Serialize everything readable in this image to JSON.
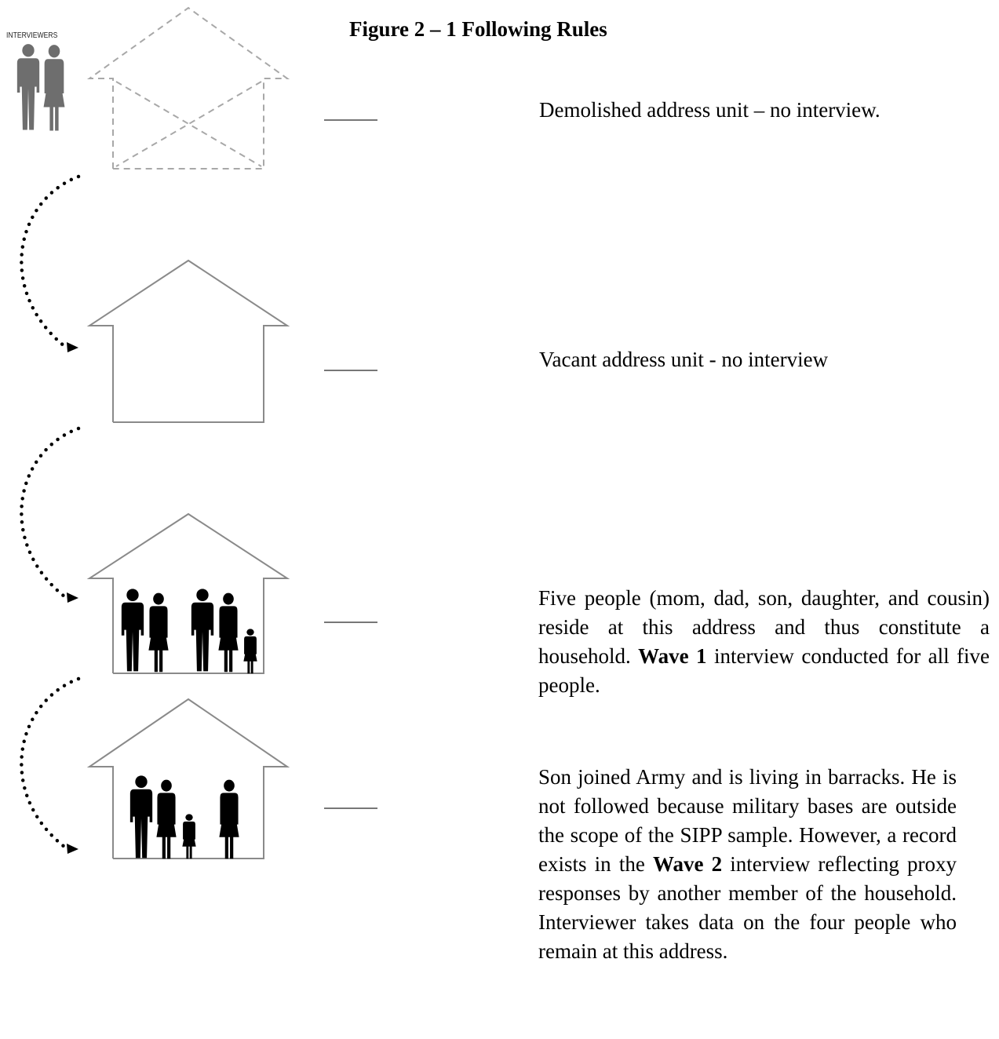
{
  "figure": {
    "title": "Figure 2 – 1 Following Rules",
    "interviewers_label": "INTERVIEWERS"
  },
  "stages": [
    {
      "icon": "demolished-house-icon",
      "caption_parts": [
        {
          "text": "Demolished address unit – no interview.",
          "bold": false
        }
      ]
    },
    {
      "icon": "vacant-house-icon",
      "caption_parts": [
        {
          "text": "Vacant address unit - no interview",
          "bold": false
        }
      ]
    },
    {
      "icon": "household-five-people-icon",
      "caption_parts": [
        {
          "text": "Five people (mom, dad, son, daughter, and cousin) reside at this address and thus constitute a household. ",
          "bold": false
        },
        {
          "text": "Wave 1",
          "bold": true
        },
        {
          "text": " interview conducted for all five people.",
          "bold": false
        }
      ]
    },
    {
      "icon": "household-four-people-icon",
      "caption_parts": [
        {
          "text": "Son joined Army and is living in barracks. He is not followed because military bases are outside the scope of the SIPP sample. However, a record exists in the ",
          "bold": false
        },
        {
          "text": "Wave 2",
          "bold": true
        },
        {
          "text": " interview reflecting proxy responses by another member of the household. Interviewer takes data on the four people who remain at this address.",
          "bold": false
        }
      ]
    }
  ]
}
